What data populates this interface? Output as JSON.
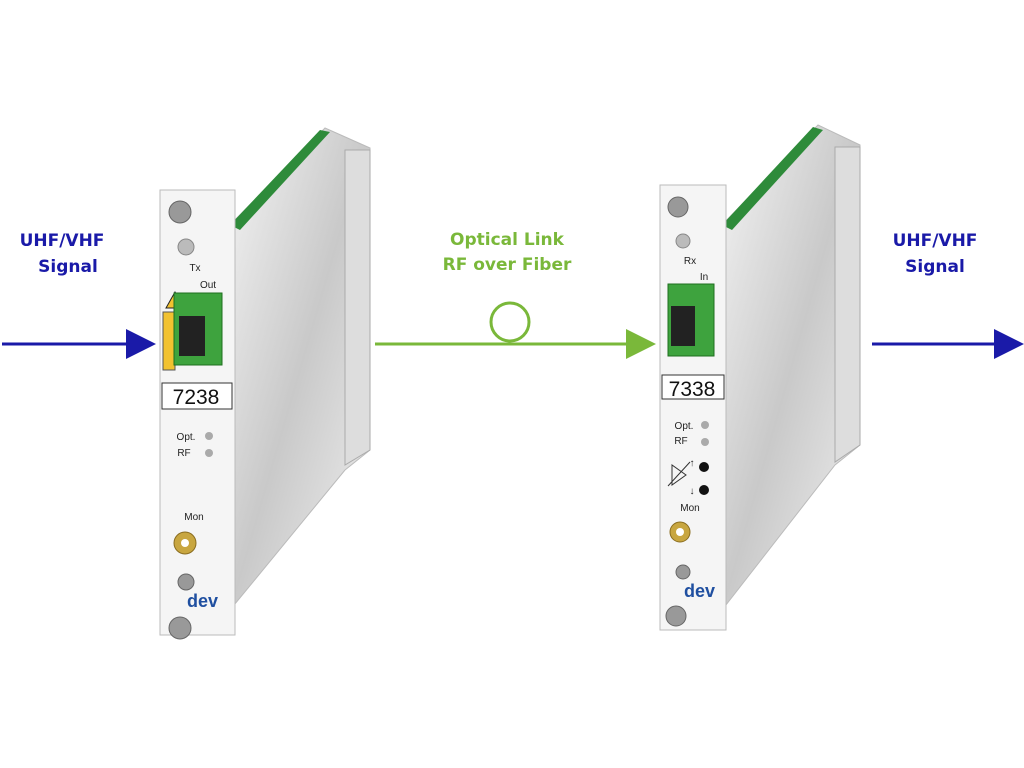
{
  "colors": {
    "signal": "#1a1aa8",
    "optical": "#7ab83a",
    "pcb": "#2e8b3a"
  },
  "input_label": {
    "line1": "UHF/VHF",
    "line2": "Signal"
  },
  "link_label": {
    "line1": "Optical Link",
    "line2": "RF over Fiber"
  },
  "output_label": {
    "line1": "UHF/VHF",
    "line2": "Signal"
  },
  "transmitter": {
    "model": "7238",
    "tx_label": "Tx",
    "port_label": "Out",
    "led1": "Opt.",
    "led2": "RF",
    "mon_label": "Mon",
    "logo": "dev"
  },
  "receiver": {
    "model": "7338",
    "rx_label": "Rx",
    "port_label": "In",
    "led1": "Opt.",
    "led2": "RF",
    "mon_label": "Mon",
    "logo": "dev"
  }
}
